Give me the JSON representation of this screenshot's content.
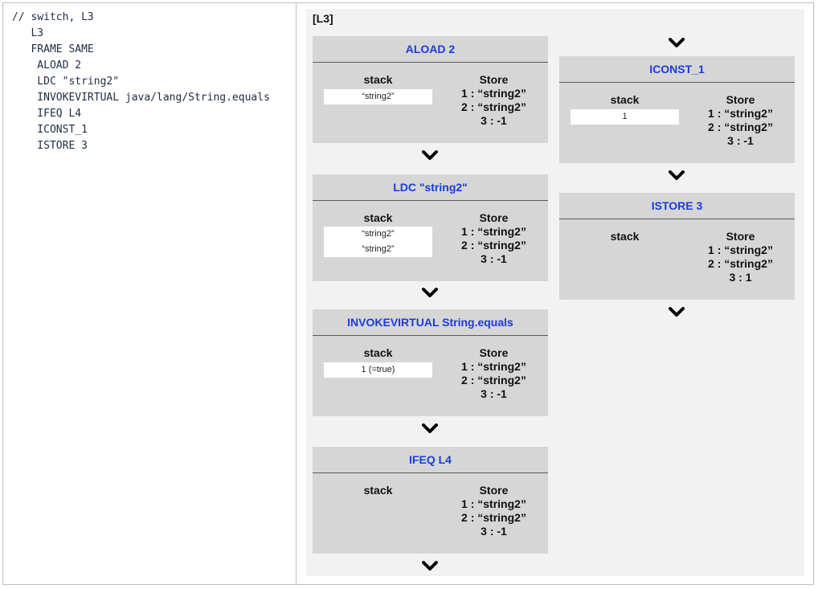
{
  "code": {
    "lines": [
      "// switch, L3",
      "   L3",
      "   FRAME SAME",
      "    ALOAD 2",
      "    LDC \"string2\"",
      "    INVOKEVIRTUAL java/lang/String.equals",
      "    IFEQ L4",
      "    ICONST_1",
      "    ISTORE 3"
    ]
  },
  "diagram": {
    "label": "[L3]",
    "stack_label": "stack",
    "store_label": "Store",
    "title_color": "#1a3cd9",
    "arrow_icon": "chevron-down-icon",
    "cards": [
      {
        "title": "ALOAD 2",
        "stack": [
          "“string2”"
        ],
        "store": [
          "1 : “string2”",
          "2 : “string2”",
          "3 : -1"
        ]
      },
      {
        "title": "LDC \"string2\"",
        "stack": [
          "“string2”",
          "“string2”"
        ],
        "store": [
          "1 : “string2”",
          "2 : “string2”",
          "3 : -1"
        ]
      },
      {
        "title": "INVOKEVIRTUAL String.equals",
        "stack": [
          "1 (=true)"
        ],
        "store": [
          "1 : “string2”",
          "2 : “string2”",
          "3 : -1"
        ]
      },
      {
        "title": "IFEQ L4",
        "stack": [],
        "store": [
          "1 : “string2”",
          "2 : “string2”",
          "3 : -1"
        ]
      },
      {
        "title": "ICONST_1",
        "stack": [
          "1"
        ],
        "store": [
          "1 : “string2”",
          "2 : “string2”",
          "3 : -1"
        ]
      },
      {
        "title": "ISTORE 3",
        "stack": [],
        "store": [
          "1 : “string2”",
          "2 : “string2”",
          "3 : 1"
        ]
      }
    ]
  }
}
